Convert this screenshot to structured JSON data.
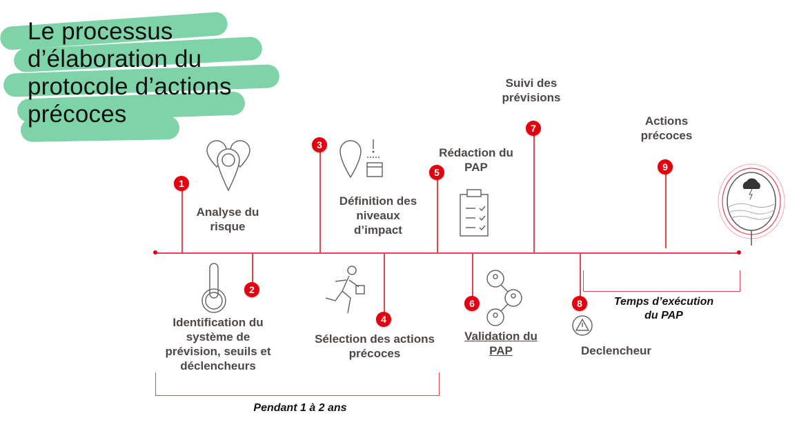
{
  "title": [
    "Le processus",
    "d’élaboration du",
    "protocole d’actions",
    "précoces"
  ],
  "steps": [
    {
      "n": "1",
      "label": [
        "Analyse du",
        "risque"
      ]
    },
    {
      "n": "2",
      "label": [
        "Identification du",
        "système de",
        "prévision, seuils et",
        "déclencheurs"
      ]
    },
    {
      "n": "3",
      "label": [
        "Définition des",
        "niveaux",
        "d’impact"
      ]
    },
    {
      "n": "4",
      "label": [
        "Sélection des actions",
        "précoces"
      ]
    },
    {
      "n": "5",
      "label": [
        "Rédaction du",
        "PAP"
      ]
    },
    {
      "n": "6",
      "label": [
        "Validation du",
        "PAP"
      ]
    },
    {
      "n": "7",
      "label": [
        "Suivi des",
        "prévisions"
      ]
    },
    {
      "n": "8",
      "label": [
        "Declencheur"
      ]
    },
    {
      "n": "9",
      "label": [
        "Actions",
        "précoces"
      ]
    }
  ],
  "brackets": {
    "left": "Pendant 1 à 2 ans",
    "right": [
      "Temps d’exécution",
      "du PAP"
    ]
  },
  "colors": {
    "accent": "#e4000f",
    "brush": "#7fd3a9",
    "text": "#4d4745"
  }
}
